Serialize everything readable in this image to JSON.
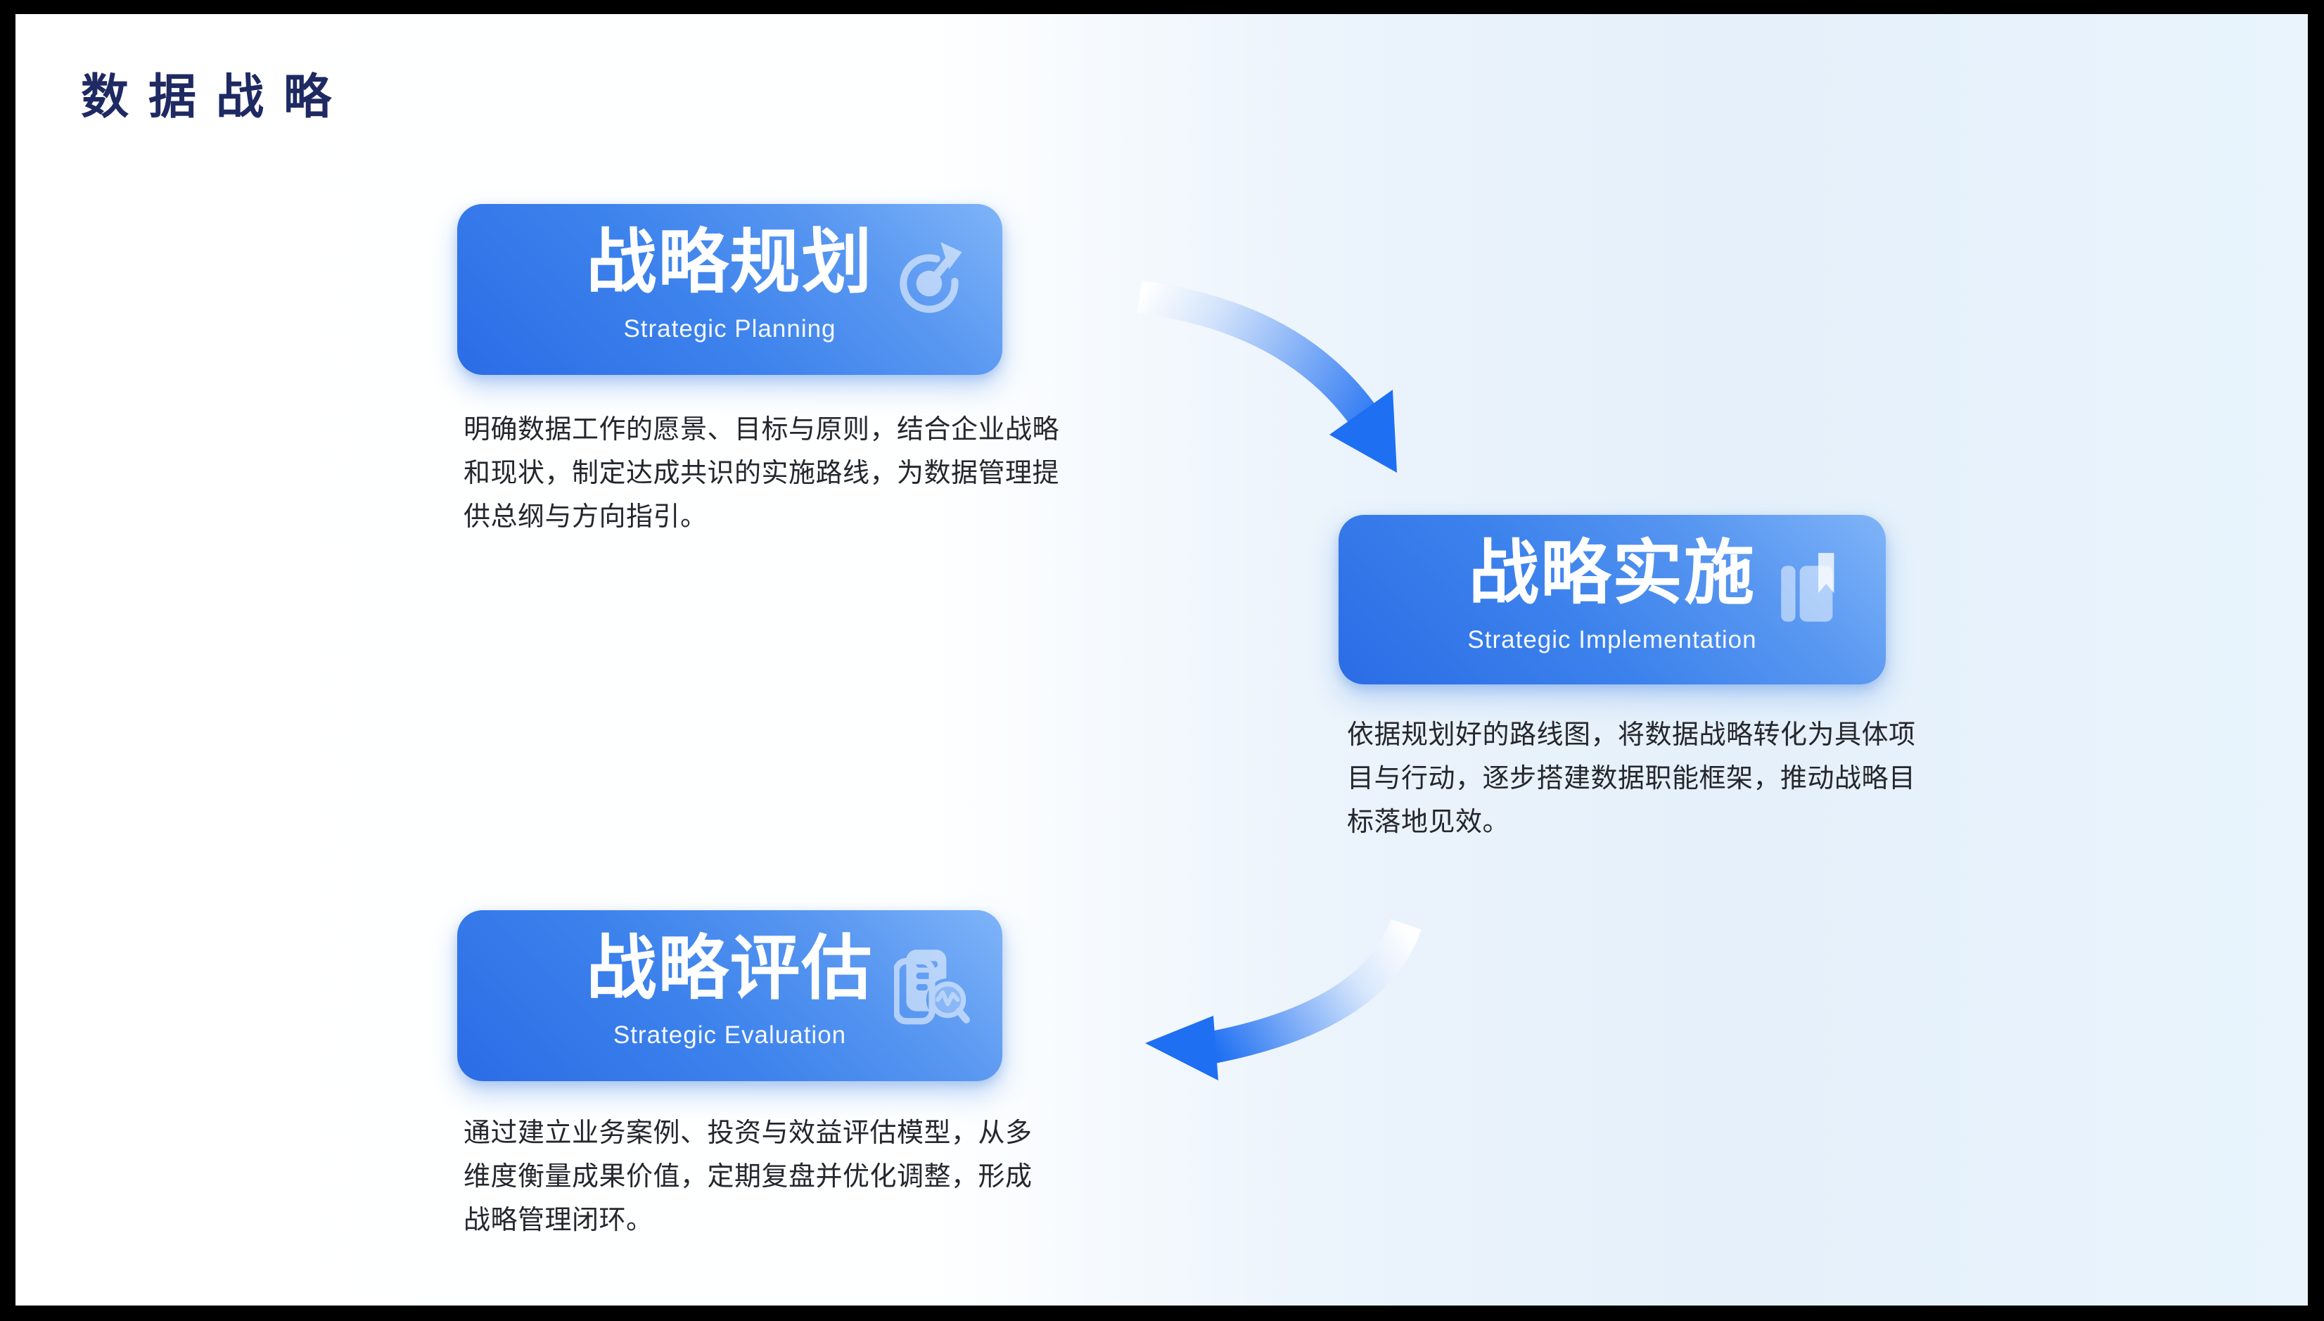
{
  "page": {
    "title": "数据战略"
  },
  "cards": [
    {
      "id": "planning",
      "title_zh": "战略规划",
      "title_en": "Strategic Planning",
      "icon": "target-dart-icon",
      "desc_lines": [
        "明确数据工作的愿景、目标与原则，结合企业战略",
        "和现状，制定达成共识的实施路线，为数据管理提",
        "供总纲与方向指引。"
      ]
    },
    {
      "id": "implementation",
      "title_zh": "战略实施",
      "title_en": "Strategic Implementation",
      "icon": "book-bookmark-icon",
      "desc_lines": [
        "依据规划好的路线图，将数据战略转化为具体项",
        "目与行动，逐步搭建数据职能框架，推动战略目",
        "标落地见效。"
      ]
    },
    {
      "id": "evaluation",
      "title_zh": "战略评估",
      "title_en": "Strategic Evaluation",
      "icon": "document-search-icon",
      "desc_lines": [
        "通过建立业务案例、投资与效益评估模型，从多",
        "维度衡量成果价值，定期复盘并优化调整，形成",
        "战略管理闭环。"
      ]
    }
  ],
  "arrows": [
    {
      "name": "arrow-planning-to-implementation",
      "direction": "right-down"
    },
    {
      "name": "arrow-implementation-to-evaluation",
      "direction": "left"
    }
  ],
  "colors": {
    "frame": "#000000",
    "background_left": "#ffffff",
    "background_right": "#e7f2fc",
    "title_navy": "#1f2a63",
    "card_gradient_light": "#7fb4f8",
    "card_gradient_dark": "#2b6ce6",
    "arrow_blue": "#1e6ff2",
    "body_text": "#25272e",
    "card_text": "#ffffff"
  }
}
